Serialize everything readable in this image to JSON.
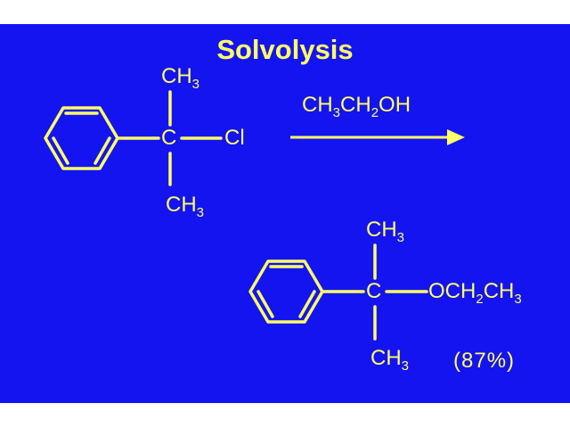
{
  "slide": {
    "title": "Solvolysis",
    "background": "#1414f0",
    "ink": "#ffff66"
  },
  "reactant": {
    "top_ch": "CH",
    "top_sub": "3",
    "center_atom": "C",
    "leaving_group": "Cl",
    "bottom_ch": "CH",
    "bottom_sub": "3"
  },
  "reagent": {
    "p1": "CH",
    "s1": "3",
    "p2": "CH",
    "s2": "2",
    "p3": "OH"
  },
  "product": {
    "top_ch": "CH",
    "top_sub": "3",
    "center_atom": "C",
    "ether_p1": "OCH",
    "ether_s1": "2",
    "ether_p2": "CH",
    "ether_s2": "3",
    "bottom_ch": "CH",
    "bottom_sub": "3",
    "yield": "(87%)"
  },
  "icons": [
    "benzene-ring-icon",
    "reaction-arrow-icon"
  ]
}
